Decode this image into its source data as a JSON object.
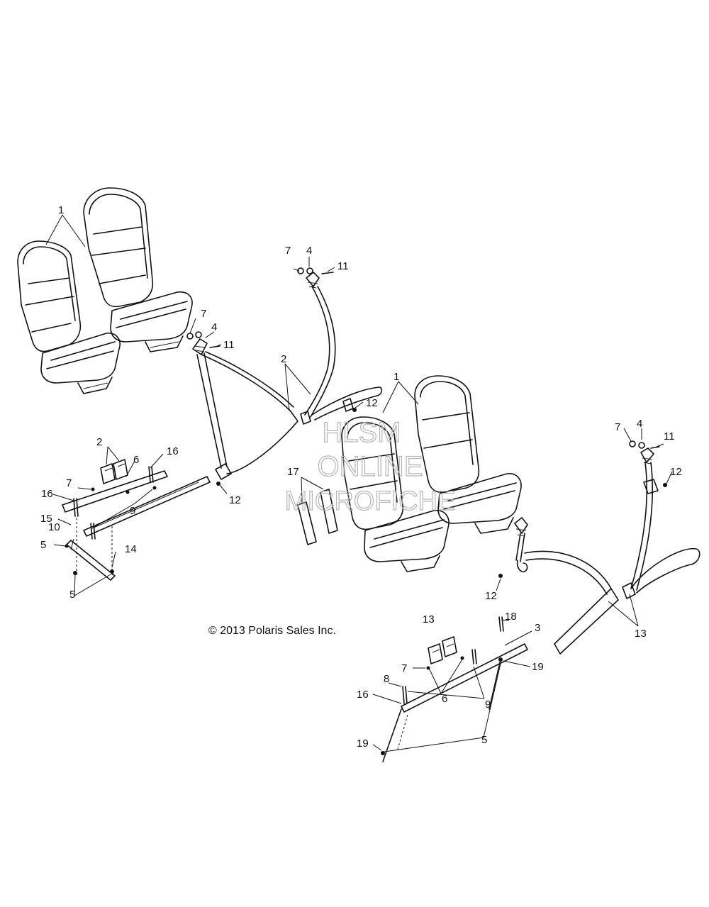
{
  "copyright": "© 2013 Polaris Sales Inc.",
  "watermark": {
    "line1": "HLSM",
    "line2": "ONLINE",
    "line3": "MICROFICHE"
  },
  "callouts": {
    "c1a": "1",
    "c1b": "1",
    "c2a": "2",
    "c2b": "2",
    "c3": "3",
    "c4a": "4",
    "c4b": "4",
    "c4c": "4",
    "c5a": "5",
    "c5b": "5",
    "c5c": "5",
    "c6a": "6",
    "c6b": "6",
    "c7a": "7",
    "c7b": "7",
    "c7c": "7",
    "c7d": "7",
    "c7e": "7",
    "c8": "8",
    "c9a": "9",
    "c9b": "9",
    "c10": "10",
    "c11a": "11",
    "c11b": "11",
    "c11c": "11",
    "c12a": "12",
    "c12b": "12",
    "c12c": "12",
    "c12d": "12",
    "c13a": "13",
    "c13b": "13",
    "c14": "14",
    "c15": "15",
    "c16a": "16",
    "c16b": "16",
    "c16c": "16",
    "c17": "17",
    "c18": "18",
    "c19a": "19",
    "c19b": "19"
  },
  "colors": {
    "line": "#111111",
    "watermark": "#b5b5b5",
    "background": "#ffffff"
  }
}
